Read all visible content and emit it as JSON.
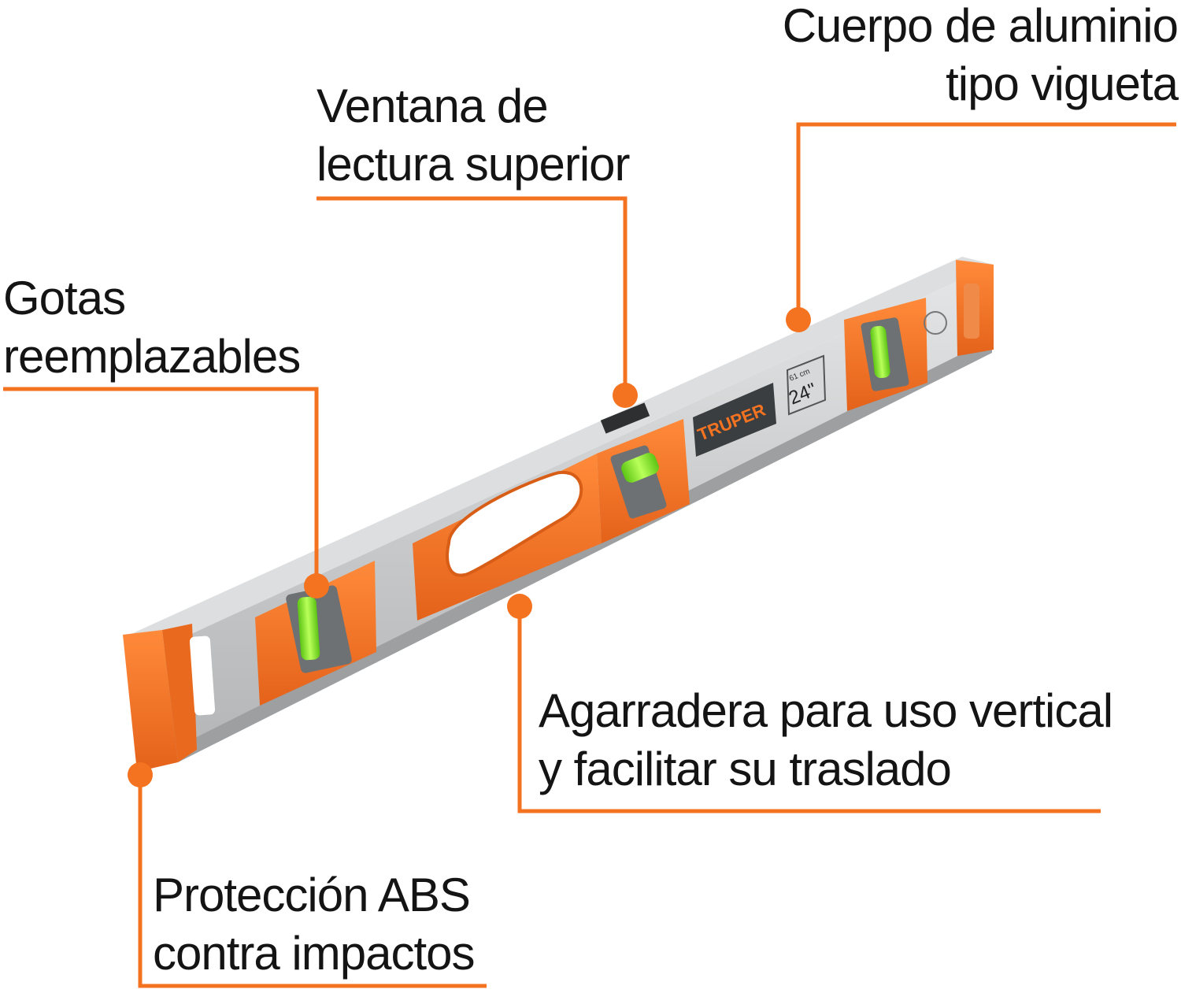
{
  "colors": {
    "accent_orange": "#f47321",
    "bar_aluminum": "#c9cbcc",
    "bar_dark": "#8a8c8e",
    "vial_green": "#7ee81f",
    "text": "#141414"
  },
  "callouts": {
    "cuerpo": {
      "line1": "Cuerpo de aluminio",
      "line2": "tipo vigueta"
    },
    "ventana": {
      "line1": "Ventana de",
      "line2": "lectura superior"
    },
    "gotas": {
      "line1": "Gotas",
      "line2": "reemplazables"
    },
    "agarradera": {
      "line1": "Agarradera para uso vertical",
      "line2": "y facilitar su traslado"
    },
    "proteccion": {
      "line1": "Protección ABS",
      "line2": "contra impactos"
    }
  },
  "level": {
    "brand": "TRUPER",
    "size_cm": "61 cm",
    "size_in": "24\""
  },
  "icons": [
    "level-tool-icon",
    "bubble-vial-icon",
    "grip-handle-icon",
    "pointer-dot-icon"
  ]
}
